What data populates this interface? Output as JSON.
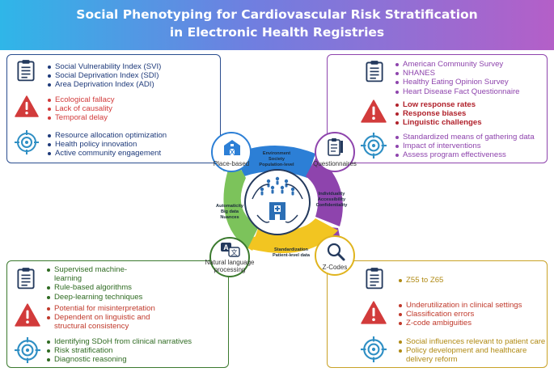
{
  "title": {
    "line1": "Social Phenotyping for Cardiovascular Risk Stratification",
    "line2": "in Electronic Health Registries"
  },
  "colors": {
    "place_based": "#2a4d8f",
    "questionnaires": "#8e44ad",
    "nlp": "#3b7a2e",
    "zcodes": "#c9a227",
    "warning": "#d23b3b",
    "target": "#2f8fc4"
  },
  "panels": {
    "place_based": {
      "data_sources": [
        "Social Vulnerability Index (SVI)",
        "Social Deprivation Index (SDI)",
        "Area Deprivation Index (ADI)"
      ],
      "limitations": [
        "Ecological fallacy",
        "Lack of causality",
        "Temporal delay"
      ],
      "applications": [
        "Resource allocation optimization",
        "Health policy innovation",
        "Active community engagement"
      ]
    },
    "questionnaires": {
      "data_sources": [
        "American Community Survey",
        "NHANES",
        "Healthy Eating Opinion Survey",
        "Heart Disease Fact Questionnaire"
      ],
      "limitations": [
        "Low response rates",
        "Response biases",
        "Linguistic challenges"
      ],
      "applications": [
        "Standardized means of gathering data",
        "Impact of interventions",
        "Assess program effectiveness"
      ]
    },
    "nlp": {
      "data_sources": [
        "Supervised machine-",
        "learning",
        "Rule-based algorithms",
        "Deep-learning techniques"
      ],
      "limitations": [
        "Potential for misinterpretation",
        "Dependent on linguistic and",
        "structural consistency"
      ],
      "applications": [
        "Identifying SDoH from clinical narratives",
        "Risk stratification",
        "Diagnostic reasoning"
      ]
    },
    "zcodes": {
      "data_sources": [
        "Z55 to Z65"
      ],
      "limitations": [
        "Underutilization in clinical settings",
        "Classification errors",
        "Z-code ambiguities"
      ],
      "applications": [
        "Social influences relevant to patient care",
        "Policy development and healthcare",
        "delivery reform"
      ]
    }
  },
  "hub": {
    "place_based": {
      "label": "Place-based",
      "arc": [
        "Environment",
        "Society",
        "Population-level"
      ],
      "icon": "barn-icon"
    },
    "questionnaires": {
      "label": "Questionnaires",
      "arc": [
        "Individuality",
        "Accessibility",
        "Confidentiality"
      ],
      "icon": "clipboard-pencil-icon"
    },
    "zcodes": {
      "label": "Z-Codes",
      "arc": [
        "Standardization",
        "Patient-level data"
      ],
      "icon": "magnifier-icon"
    },
    "nlp": {
      "label": [
        "Natural language",
        "processing"
      ],
      "arc": [
        "Automaticity",
        "Big data",
        "Nuances"
      ],
      "icon": "translate-icon"
    },
    "center_icon": "people-hospital-icon"
  }
}
